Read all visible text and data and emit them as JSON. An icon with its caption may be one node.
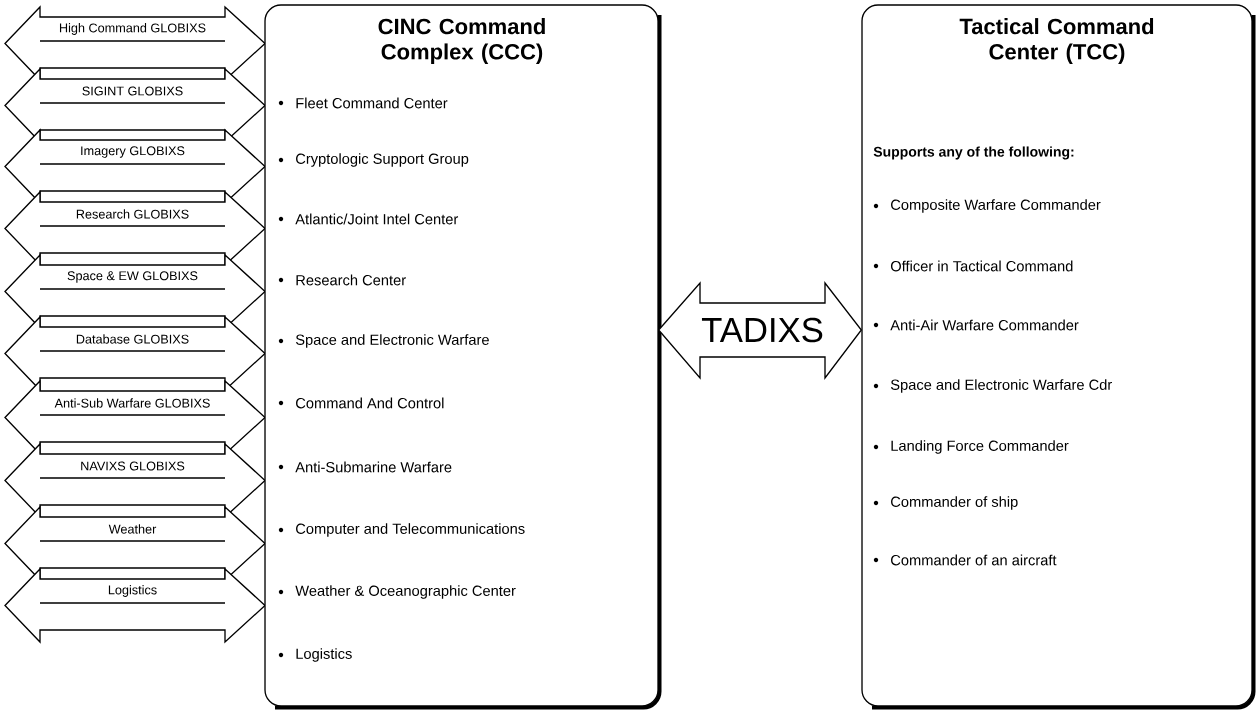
{
  "diagram": {
    "nodes": [
      {
        "text": [
          "High Command GLOBIXS"
        ]
      },
      {
        "text": [
          "SIGINT GLOBIXS"
        ]
      },
      {
        "text": [
          "Imagery GLOBIXS"
        ]
      },
      {
        "text": [
          "Research GLOBIXS"
        ]
      },
      {
        "text": [
          "Space & EW GLOBIXS"
        ]
      },
      {
        "text": [
          "Database GLOBIXS"
        ]
      },
      {
        "text": [
          "Anti-Sub Warfare GLOBIXS"
        ]
      },
      {
        "text": [
          "NAVIXS GLOBIXS"
        ]
      },
      {
        "text": [
          "Weather"
        ]
      },
      {
        "text": [
          "Logistics"
        ]
      },
      {
        "text": [
          "CINC Command Complex (CCC)",
          "Fleet Command Center",
          "Cryptologic Support Group",
          "Atlantic/Joint Intel Center",
          "Research Center",
          "Space and Electronic Warfare",
          "Command And Control",
          "Anti-Submarine Warfare",
          "Computer and Telecommunications",
          "Weather & Oceanographic Center",
          "Logistics"
        ]
      },
      {
        "text": [
          "Tactical Command Center (TCC)",
          "Supports any of the following:",
          "Composite Warfare Commander",
          "Officer in Tactical Command",
          "Anti-Air Warfare Commander",
          "Space and Electronic Warfare Cdr",
          "Landing Force Commander",
          "Commander of ship",
          "Commander of an aircraft"
        ]
      }
    ],
    "edges": [
      {
        "from": 10,
        "to": 11,
        "arrow": "both",
        "label": "TADIXS"
      }
    ]
  }
}
